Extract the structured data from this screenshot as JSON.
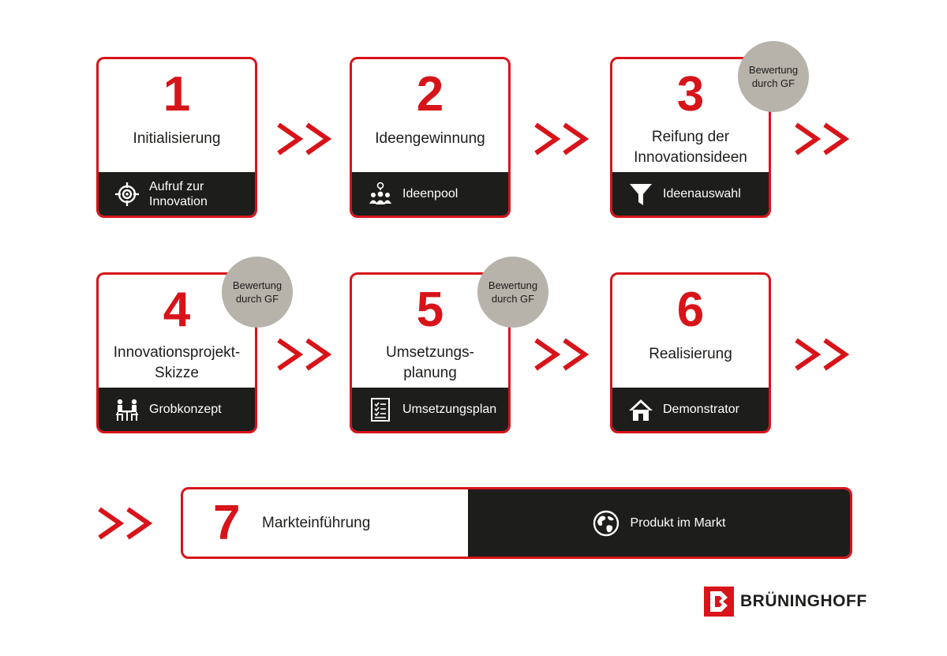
{
  "steps": [
    {
      "number": "1",
      "title": "Initialisierung",
      "footer_label": "Aufruf zur\nInnovation",
      "footer_icon": "target-icon"
    },
    {
      "number": "2",
      "title": "Ideengewinnung",
      "footer_label": "Ideenpool",
      "footer_icon": "group-idea-icon"
    },
    {
      "number": "3",
      "title": "Reifung der\nInnovationsideen",
      "footer_label": "Ideenauswahl",
      "footer_icon": "funnel-icon",
      "badge": "Bewertung\ndurch GF"
    },
    {
      "number": "4",
      "title": "Innovationsprojekt-\nSkizze",
      "footer_label": "Grobkonzept",
      "footer_icon": "meeting-icon",
      "badge": "Bewertung\ndurch GF"
    },
    {
      "number": "5",
      "title": "Umsetzungs-\nplanung",
      "footer_label": "Umsetzungsplan",
      "footer_icon": "checklist-icon",
      "badge": "Bewertung\ndurch GF"
    },
    {
      "number": "6",
      "title": "Realisierung",
      "footer_label": "Demonstrator",
      "footer_icon": "house-icon"
    }
  ],
  "final_step": {
    "number": "7",
    "title": "Markteinführung",
    "label": "Produkt im Markt",
    "icon": "globe-icon"
  },
  "logo": {
    "text": "BRÜNINGHOFF"
  },
  "colors": {
    "accent": "#d7141a",
    "dark": "#1d1d1b",
    "badge": "#b7b2aa"
  }
}
